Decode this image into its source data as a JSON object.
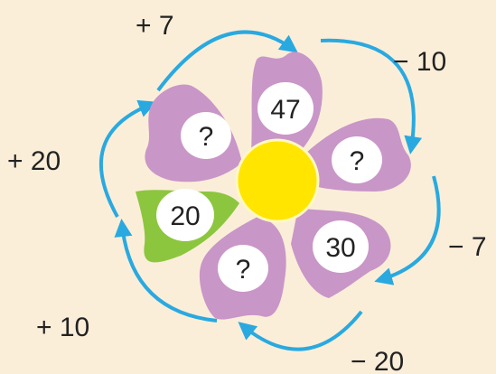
{
  "puzzle": {
    "petals": [
      {
        "name": "petal-top",
        "value": "47",
        "color": "#c996c8"
      },
      {
        "name": "petal-upper-right",
        "value": "?",
        "color": "#c996c8"
      },
      {
        "name": "petal-lower-right",
        "value": "30",
        "color": "#c996c8"
      },
      {
        "name": "petal-bottom",
        "value": "?",
        "color": "#c996c8"
      },
      {
        "name": "petal-left",
        "value": "20",
        "color": "#8cc63f"
      },
      {
        "name": "petal-upper-left",
        "value": "?",
        "color": "#c996c8"
      }
    ],
    "operations": [
      {
        "name": "op-plus-7",
        "label": "+ 7"
      },
      {
        "name": "op-minus-10",
        "label": "− 10"
      },
      {
        "name": "op-minus-7",
        "label": "− 7"
      },
      {
        "name": "op-minus-20",
        "label": "− 20"
      },
      {
        "name": "op-plus-10",
        "label": "+ 10"
      },
      {
        "name": "op-plus-20",
        "label": "+ 20"
      }
    ],
    "colors": {
      "background": "#fbeed9",
      "petal_purple": "#c996c8",
      "petal_green": "#8cc63f",
      "center_yellow": "#ffe500",
      "arrow_blue": "#29a9e0"
    }
  }
}
